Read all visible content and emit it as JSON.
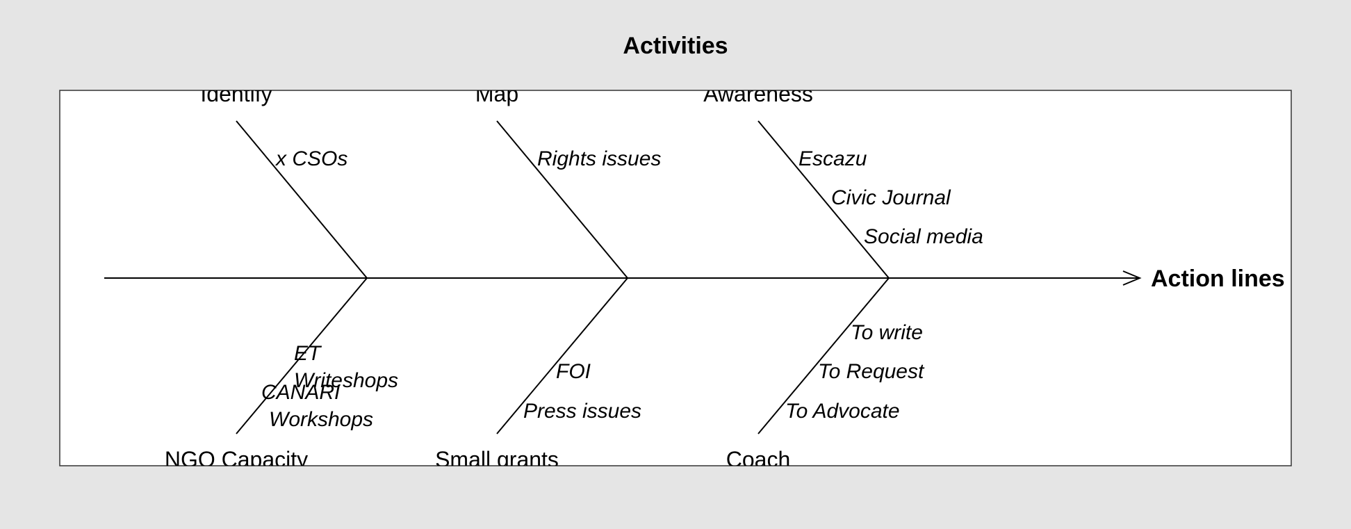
{
  "title": "Activities",
  "effect": "Action lines",
  "colors": {
    "background": "#e5e5e5",
    "panel": "#ffffff",
    "line": "#000000"
  },
  "categories_top": [
    {
      "label": "Identify",
      "causes": [
        "x CSOs"
      ]
    },
    {
      "label": "Map",
      "causes": [
        "Rights issues"
      ]
    },
    {
      "label": "Awareness",
      "causes": [
        "Escazu",
        "Civic Journal",
        "Social media"
      ]
    }
  ],
  "categories_bottom": [
    {
      "label": "NGO Capacity",
      "causes": [
        "ET",
        "Writeshops",
        "CANARI",
        "Workshops"
      ]
    },
    {
      "label": "Small grants",
      "causes": [
        "FOI",
        "Press issues"
      ]
    },
    {
      "label": "Coach",
      "causes": [
        "To write",
        "To Request",
        "To Advocate"
      ]
    }
  ]
}
